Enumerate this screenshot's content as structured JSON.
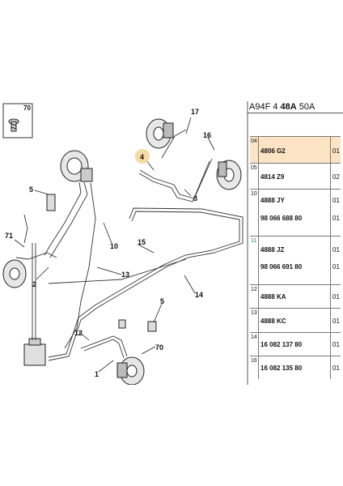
{
  "header": {
    "prefix": "A94F 4 ",
    "bold": "48A",
    "suffix": " 50A"
  },
  "callouts": {
    "c70_box": "70",
    "c17": "17",
    "c16": "16",
    "c4": "4",
    "c5a": "5",
    "c3": "3",
    "c71": "71",
    "c10": "10",
    "c15": "15",
    "c13": "13",
    "c2": "2",
    "c14": "14",
    "c5b": "5",
    "c12": "12",
    "c70b": "70",
    "c1": "1"
  },
  "rows": [
    {
      "pos": "04",
      "pos_color": "default",
      "highlight": true,
      "lines": [
        {
          "ref": "4806 G2",
          "qty": "01"
        }
      ]
    },
    {
      "pos": "05",
      "pos_color": "default",
      "highlight": false,
      "lines": [
        {
          "ref": "4814 Z9",
          "qty": "02"
        }
      ]
    },
    {
      "pos": "10",
      "pos_color": "default",
      "highlight": false,
      "lines": [
        {
          "ref": "4888 JY",
          "qty": "01"
        },
        {
          "ref": "98 066 688 80",
          "qty": "01"
        }
      ]
    },
    {
      "pos": "11",
      "pos_color": "green",
      "highlight": false,
      "lines": [
        {
          "ref": "4888 JZ",
          "qty": "01"
        },
        {
          "ref": "98 066 691 80",
          "qty": "01"
        }
      ]
    },
    {
      "pos": "12",
      "pos_color": "default",
      "highlight": false,
      "lines": [
        {
          "ref": "4888 KA",
          "qty": "01"
        }
      ]
    },
    {
      "pos": "13",
      "pos_color": "default",
      "highlight": false,
      "lines": [
        {
          "ref": "4888 KC",
          "qty": "01"
        }
      ]
    },
    {
      "pos": "14",
      "pos_color": "default",
      "highlight": false,
      "lines": [
        {
          "ref": "16 082 137 80",
          "qty": "01"
        }
      ]
    },
    {
      "pos": "16",
      "pos_color": "default",
      "highlight": false,
      "lines": [
        {
          "ref": "16 082 135 80",
          "qty": "01"
        }
      ]
    }
  ],
  "colors": {
    "highlight": "#fbe3c4",
    "callout_circle": "#f6d9a3",
    "pos_green": "#2a8a2a"
  }
}
